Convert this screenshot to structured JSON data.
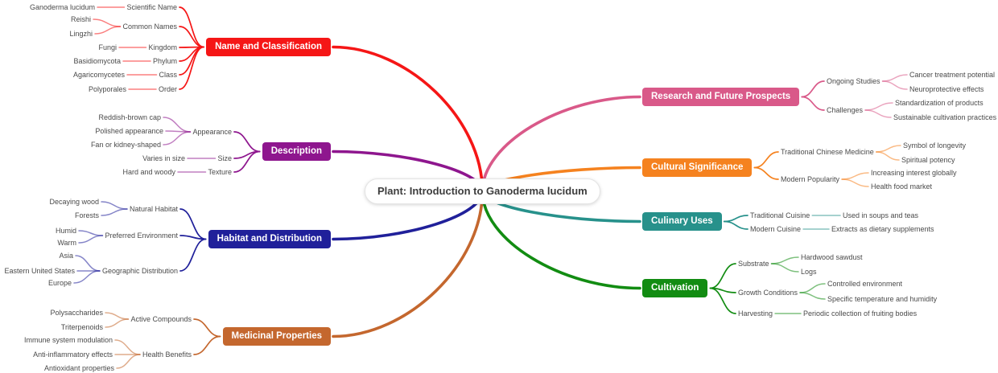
{
  "root": {
    "label": "Plant: Introduction to Ganoderma lucidum"
  },
  "branches": [
    {
      "label": "Name and Classification",
      "color": "#f51616",
      "side": "left",
      "children": [
        {
          "label": "Scientific Name",
          "leaves": [
            "Ganoderma lucidum"
          ]
        },
        {
          "label": "Common Names",
          "leaves": [
            "Reishi",
            "Lingzhi"
          ]
        },
        {
          "label": "Kingdom",
          "leaves": [
            "Fungi"
          ]
        },
        {
          "label": "Phylum",
          "leaves": [
            "Basidiomycota"
          ]
        },
        {
          "label": "Class",
          "leaves": [
            "Agaricomycetes"
          ]
        },
        {
          "label": "Order",
          "leaves": [
            "Polyporales"
          ]
        }
      ]
    },
    {
      "label": "Description",
      "color": "#8e168e",
      "side": "left",
      "children": [
        {
          "label": "Appearance",
          "leaves": [
            "Reddish-brown cap",
            "Polished appearance",
            "Fan or kidney-shaped"
          ]
        },
        {
          "label": "Size",
          "leaves": [
            "Varies in size"
          ]
        },
        {
          "label": "Texture",
          "leaves": [
            "Hard and woody"
          ]
        }
      ]
    },
    {
      "label": "Habitat and Distribution",
      "color": "#20209a",
      "side": "left",
      "children": [
        {
          "label": "Natural Habitat",
          "leaves": [
            "Decaying wood",
            "Forests"
          ]
        },
        {
          "label": "Preferred Environment",
          "leaves": [
            "Humid",
            "Warm"
          ]
        },
        {
          "label": "Geographic Distribution",
          "leaves": [
            "Asia",
            "Eastern United States",
            "Europe"
          ]
        }
      ]
    },
    {
      "label": "Medicinal Properties",
      "color": "#c4672e",
      "side": "left",
      "children": [
        {
          "label": "Active Compounds",
          "leaves": [
            "Polysaccharides",
            "Triterpenoids"
          ]
        },
        {
          "label": "Health Benefits",
          "leaves": [
            "Immune system modulation",
            "Anti-inflammatory effects",
            "Antioxidant properties"
          ]
        }
      ]
    },
    {
      "label": "Research and Future Prospects",
      "color": "#d95989",
      "side": "right",
      "children": [
        {
          "label": "Ongoing Studies",
          "leaves": [
            "Cancer treatment potential",
            "Neuroprotective effects"
          ]
        },
        {
          "label": "Challenges",
          "leaves": [
            "Standardization of products",
            "Sustainable cultivation practices"
          ]
        }
      ]
    },
    {
      "label": "Cultural Significance",
      "color": "#f5821f",
      "side": "right",
      "children": [
        {
          "label": "Traditional Chinese Medicine",
          "leaves": [
            "Symbol of longevity",
            "Spiritual potency"
          ]
        },
        {
          "label": "Modern Popularity",
          "leaves": [
            "Increasing interest globally",
            "Health food market"
          ]
        }
      ]
    },
    {
      "label": "Culinary Uses",
      "color": "#27918b",
      "side": "right",
      "children": [
        {
          "label": "Traditional Cuisine",
          "leaves": [
            "Used in soups and teas"
          ]
        },
        {
          "label": "Modern Cuisine",
          "leaves": [
            "Extracts as dietary supplements"
          ]
        }
      ]
    },
    {
      "label": "Cultivation",
      "color": "#128c12",
      "side": "right",
      "children": [
        {
          "label": "Substrate",
          "leaves": [
            "Hardwood sawdust",
            "Logs"
          ]
        },
        {
          "label": "Growth Conditions",
          "leaves": [
            "Controlled environment",
            "Specific temperature and humidity"
          ]
        },
        {
          "label": "Harvesting",
          "leaves": [
            "Periodic collection of fruiting bodies"
          ]
        }
      ]
    }
  ]
}
